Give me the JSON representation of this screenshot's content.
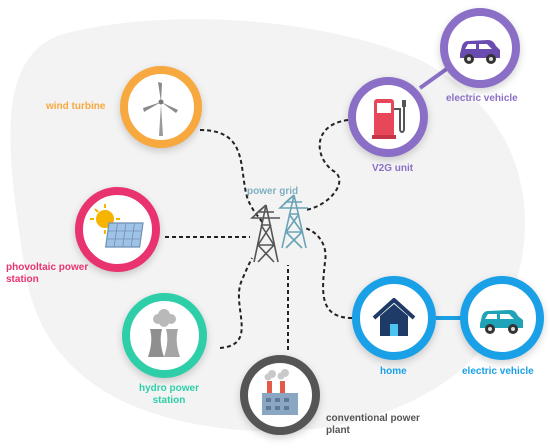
{
  "diagram": {
    "center": {
      "label": "power grid",
      "color": "#7fb0c0"
    },
    "nodes": [
      {
        "id": "wind",
        "label": "wind turbine",
        "color": "#f7a83e",
        "icon": "wind-turbine-icon"
      },
      {
        "id": "pv",
        "label": "phovoltaic power station",
        "color": "#e8336f",
        "icon": "solar-panel-icon"
      },
      {
        "id": "hydro",
        "label": "hydro power station",
        "color": "#2ecfa8",
        "icon": "cooling-tower-icon"
      },
      {
        "id": "conventional",
        "label": "conventional power plant",
        "color": "#555555",
        "icon": "factory-icon"
      },
      {
        "id": "v2g",
        "label": "V2G unit",
        "color": "#8b6fc6",
        "icon": "charging-station-icon"
      },
      {
        "id": "ev_top",
        "label": "electric vehicle",
        "color": "#8b6fc6",
        "icon": "car-icon"
      },
      {
        "id": "home",
        "label": "home",
        "color": "#1aa0e6",
        "icon": "house-icon"
      },
      {
        "id": "ev_bottom",
        "label": "electric vehicle",
        "color": "#1aa0e6",
        "icon": "car-icon"
      }
    ]
  }
}
